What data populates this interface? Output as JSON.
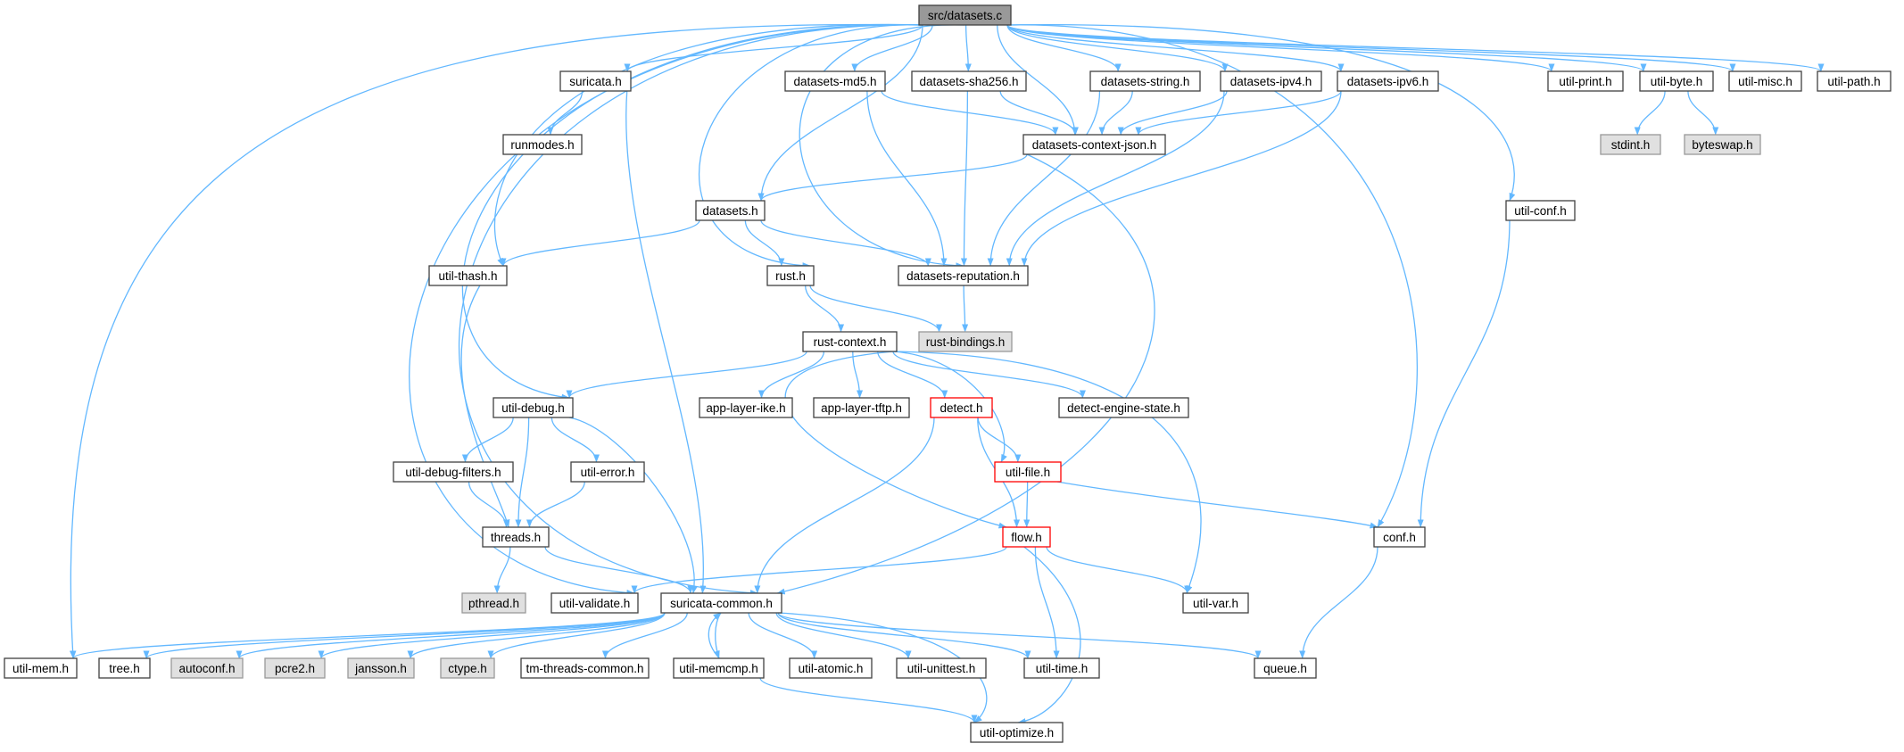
{
  "colors": {
    "edge": "#63b8ff",
    "node_border": "#404040",
    "highlight_border": "#ff0000",
    "root_fill": "#999999",
    "system_fill": "#e0e0e0",
    "node_fill": "#ffffff"
  },
  "nodes": [
    {
      "id": "datasets_c",
      "label": "src/datasets.c",
      "kind": "root"
    },
    {
      "id": "suricata_h",
      "label": "suricata.h",
      "kind": "normal"
    },
    {
      "id": "datasets_md5_h",
      "label": "datasets-md5.h",
      "kind": "normal"
    },
    {
      "id": "datasets_sha256_h",
      "label": "datasets-sha256.h",
      "kind": "normal"
    },
    {
      "id": "datasets_string_h",
      "label": "datasets-string.h",
      "kind": "normal"
    },
    {
      "id": "datasets_ipv4_h",
      "label": "datasets-ipv4.h",
      "kind": "normal"
    },
    {
      "id": "datasets_ipv6_h",
      "label": "datasets-ipv6.h",
      "kind": "normal"
    },
    {
      "id": "util_print_h",
      "label": "util-print.h",
      "kind": "normal"
    },
    {
      "id": "util_byte_h",
      "label": "util-byte.h",
      "kind": "normal"
    },
    {
      "id": "util_misc_h",
      "label": "util-misc.h",
      "kind": "normal"
    },
    {
      "id": "util_path_h",
      "label": "util-path.h",
      "kind": "normal"
    },
    {
      "id": "runmodes_h",
      "label": "runmodes.h",
      "kind": "normal"
    },
    {
      "id": "datasets_context_json_h",
      "label": "datasets-context-json.h",
      "kind": "normal"
    },
    {
      "id": "stdint_h",
      "label": "stdint.h",
      "kind": "system"
    },
    {
      "id": "byteswap_h",
      "label": "byteswap.h",
      "kind": "system"
    },
    {
      "id": "datasets_h",
      "label": "datasets.h",
      "kind": "normal"
    },
    {
      "id": "util_conf_h",
      "label": "util-conf.h",
      "kind": "normal"
    },
    {
      "id": "util_thash_h",
      "label": "util-thash.h",
      "kind": "normal"
    },
    {
      "id": "rust_h",
      "label": "rust.h",
      "kind": "normal"
    },
    {
      "id": "datasets_reputation_h",
      "label": "datasets-reputation.h",
      "kind": "normal"
    },
    {
      "id": "rust_bindings_h",
      "label": "rust-bindings.h",
      "kind": "system"
    },
    {
      "id": "rust_context_h",
      "label": "rust-context.h",
      "kind": "normal"
    },
    {
      "id": "util_debug_h",
      "label": "util-debug.h",
      "kind": "normal"
    },
    {
      "id": "app_layer_ike_h",
      "label": "app-layer-ike.h",
      "kind": "normal"
    },
    {
      "id": "app_layer_tftp_h",
      "label": "app-layer-tftp.h",
      "kind": "normal"
    },
    {
      "id": "detect_h",
      "label": "detect.h",
      "kind": "highlight"
    },
    {
      "id": "detect_engine_state_h",
      "label": "detect-engine-state.h",
      "kind": "normal"
    },
    {
      "id": "util_debug_filters_h",
      "label": "util-debug-filters.h",
      "kind": "normal"
    },
    {
      "id": "util_error_h",
      "label": "util-error.h",
      "kind": "normal"
    },
    {
      "id": "util_file_h",
      "label": "util-file.h",
      "kind": "highlight"
    },
    {
      "id": "threads_h",
      "label": "threads.h",
      "kind": "normal"
    },
    {
      "id": "flow_h",
      "label": "flow.h",
      "kind": "highlight"
    },
    {
      "id": "conf_h",
      "label": "conf.h",
      "kind": "normal"
    },
    {
      "id": "pthread_h",
      "label": "pthread.h",
      "kind": "system"
    },
    {
      "id": "util_validate_h",
      "label": "util-validate.h",
      "kind": "normal"
    },
    {
      "id": "suricata_common_h",
      "label": "suricata-common.h",
      "kind": "normal"
    },
    {
      "id": "util_var_h",
      "label": "util-var.h",
      "kind": "normal"
    },
    {
      "id": "util_mem_h",
      "label": "util-mem.h",
      "kind": "normal"
    },
    {
      "id": "tree_h",
      "label": "tree.h",
      "kind": "normal"
    },
    {
      "id": "autoconf_h",
      "label": "autoconf.h",
      "kind": "system"
    },
    {
      "id": "pcre2_h",
      "label": "pcre2.h",
      "kind": "system"
    },
    {
      "id": "jansson_h",
      "label": "jansson.h",
      "kind": "system"
    },
    {
      "id": "ctype_h",
      "label": "ctype.h",
      "kind": "system"
    },
    {
      "id": "tm_threads_common_h",
      "label": "tm-threads-common.h",
      "kind": "normal"
    },
    {
      "id": "util_memcmp_h",
      "label": "util-memcmp.h",
      "kind": "normal"
    },
    {
      "id": "util_atomic_h",
      "label": "util-atomic.h",
      "kind": "normal"
    },
    {
      "id": "util_unittest_h",
      "label": "util-unittest.h",
      "kind": "normal"
    },
    {
      "id": "util_time_h",
      "label": "util-time.h",
      "kind": "normal"
    },
    {
      "id": "queue_h",
      "label": "queue.h",
      "kind": "normal"
    },
    {
      "id": "util_optimize_h",
      "label": "util-optimize.h",
      "kind": "normal"
    }
  ],
  "edges": [
    [
      "datasets_c",
      "suricata_h"
    ],
    [
      "datasets_c",
      "datasets_md5_h"
    ],
    [
      "datasets_c",
      "datasets_sha256_h"
    ],
    [
      "datasets_c",
      "datasets_string_h"
    ],
    [
      "datasets_c",
      "datasets_ipv4_h"
    ],
    [
      "datasets_c",
      "datasets_ipv6_h"
    ],
    [
      "datasets_c",
      "util_print_h"
    ],
    [
      "datasets_c",
      "util_byte_h"
    ],
    [
      "datasets_c",
      "util_misc_h"
    ],
    [
      "datasets_c",
      "util_path_h"
    ],
    [
      "datasets_c",
      "datasets_context_json_h"
    ],
    [
      "datasets_c",
      "datasets_h"
    ],
    [
      "datasets_c",
      "util_conf_h"
    ],
    [
      "datasets_c",
      "util_thash_h"
    ],
    [
      "datasets_c",
      "rust_h"
    ],
    [
      "datasets_c",
      "datasets_reputation_h"
    ],
    [
      "datasets_c",
      "util_debug_h"
    ],
    [
      "datasets_c",
      "conf_h"
    ],
    [
      "datasets_c",
      "util_validate_h"
    ],
    [
      "datasets_c",
      "suricata_common_h"
    ],
    [
      "datasets_c",
      "util_mem_h"
    ],
    [
      "suricata_h",
      "runmodes_h"
    ],
    [
      "suricata_h",
      "suricata_common_h"
    ],
    [
      "datasets_md5_h",
      "datasets_context_json_h"
    ],
    [
      "datasets_md5_h",
      "datasets_reputation_h"
    ],
    [
      "datasets_sha256_h",
      "datasets_context_json_h"
    ],
    [
      "datasets_sha256_h",
      "datasets_reputation_h"
    ],
    [
      "datasets_string_h",
      "datasets_context_json_h"
    ],
    [
      "datasets_string_h",
      "datasets_reputation_h"
    ],
    [
      "datasets_ipv4_h",
      "datasets_context_json_h"
    ],
    [
      "datasets_ipv4_h",
      "datasets_reputation_h"
    ],
    [
      "datasets_ipv6_h",
      "datasets_context_json_h"
    ],
    [
      "datasets_ipv6_h",
      "datasets_reputation_h"
    ],
    [
      "util_byte_h",
      "stdint_h"
    ],
    [
      "util_byte_h",
      "byteswap_h"
    ],
    [
      "datasets_context_json_h",
      "datasets_h"
    ],
    [
      "datasets_context_json_h",
      "suricata_common_h"
    ],
    [
      "datasets_h",
      "util_thash_h"
    ],
    [
      "datasets_h",
      "rust_h"
    ],
    [
      "datasets_h",
      "datasets_reputation_h"
    ],
    [
      "util_conf_h",
      "conf_h"
    ],
    [
      "util_thash_h",
      "threads_h"
    ],
    [
      "rust_h",
      "rust_context_h"
    ],
    [
      "rust_h",
      "rust_bindings_h"
    ],
    [
      "datasets_reputation_h",
      "rust_bindings_h"
    ],
    [
      "rust_context_h",
      "util_debug_h"
    ],
    [
      "rust_context_h",
      "app_layer_ike_h"
    ],
    [
      "rust_context_h",
      "app_layer_tftp_h"
    ],
    [
      "rust_context_h",
      "detect_h"
    ],
    [
      "rust_context_h",
      "detect_engine_state_h"
    ],
    [
      "rust_context_h",
      "util_file_h"
    ],
    [
      "rust_context_h",
      "flow_h"
    ],
    [
      "rust_context_h",
      "util_var_h"
    ],
    [
      "util_debug_h",
      "util_debug_filters_h"
    ],
    [
      "util_debug_h",
      "util_error_h"
    ],
    [
      "util_debug_h",
      "threads_h"
    ],
    [
      "util_debug_h",
      "suricata_common_h"
    ],
    [
      "util_debug_filters_h",
      "threads_h"
    ],
    [
      "util_error_h",
      "threads_h"
    ],
    [
      "detect_h",
      "util_file_h"
    ],
    [
      "detect_h",
      "flow_h"
    ],
    [
      "detect_h",
      "suricata_common_h"
    ],
    [
      "util_file_h",
      "flow_h"
    ],
    [
      "util_file_h",
      "conf_h"
    ],
    [
      "flow_h",
      "util_validate_h"
    ],
    [
      "flow_h",
      "util_var_h"
    ],
    [
      "flow_h",
      "util_time_h"
    ],
    [
      "flow_h",
      "util_optimize_h"
    ],
    [
      "threads_h",
      "pthread_h"
    ],
    [
      "threads_h",
      "suricata_common_h"
    ],
    [
      "conf_h",
      "queue_h"
    ],
    [
      "suricata_common_h",
      "util_mem_h"
    ],
    [
      "suricata_common_h",
      "tree_h"
    ],
    [
      "suricata_common_h",
      "autoconf_h"
    ],
    [
      "suricata_common_h",
      "pcre2_h"
    ],
    [
      "suricata_common_h",
      "jansson_h"
    ],
    [
      "suricata_common_h",
      "ctype_h"
    ],
    [
      "suricata_common_h",
      "tm_threads_common_h"
    ],
    [
      "suricata_common_h",
      "util_memcmp_h"
    ],
    [
      "suricata_common_h",
      "util_atomic_h"
    ],
    [
      "suricata_common_h",
      "util_unittest_h"
    ],
    [
      "suricata_common_h",
      "util_time_h"
    ],
    [
      "suricata_common_h",
      "queue_h"
    ],
    [
      "suricata_common_h",
      "util_optimize_h"
    ],
    [
      "util_memcmp_h",
      "suricata_common_h"
    ],
    [
      "util_memcmp_h",
      "util_optimize_h"
    ]
  ]
}
